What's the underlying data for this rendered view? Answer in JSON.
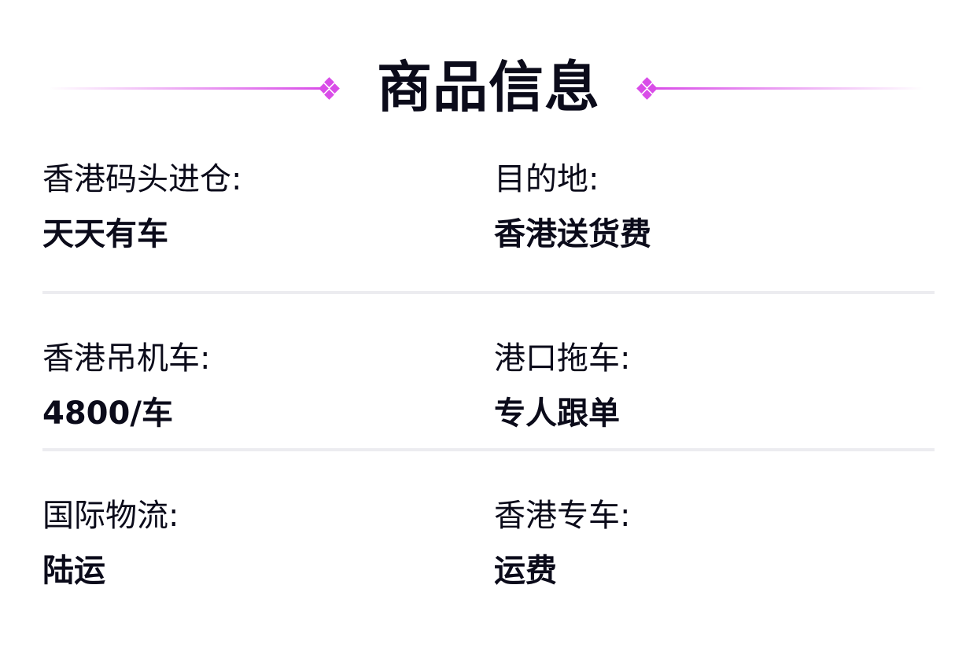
{
  "title": "商品信息",
  "accent_color": "#d94de8",
  "divider_color": "#ececf0",
  "text_color": "#0b0b1a",
  "decorations": {
    "left_icon": "diamond-cluster-icon",
    "right_icon": "diamond-cluster-icon"
  },
  "rows": [
    [
      {
        "label": "香港码头进仓:",
        "value": "天天有车"
      },
      {
        "label": "目的地:",
        "value": "香港送货费"
      }
    ],
    [
      {
        "label": "香港吊机车:",
        "value": "4800/车"
      },
      {
        "label": "港口拖车:",
        "value": "专人跟单"
      }
    ],
    [
      {
        "label": "国际物流:",
        "value": "陆运"
      },
      {
        "label": "香港专车:",
        "value": "运费"
      }
    ]
  ]
}
